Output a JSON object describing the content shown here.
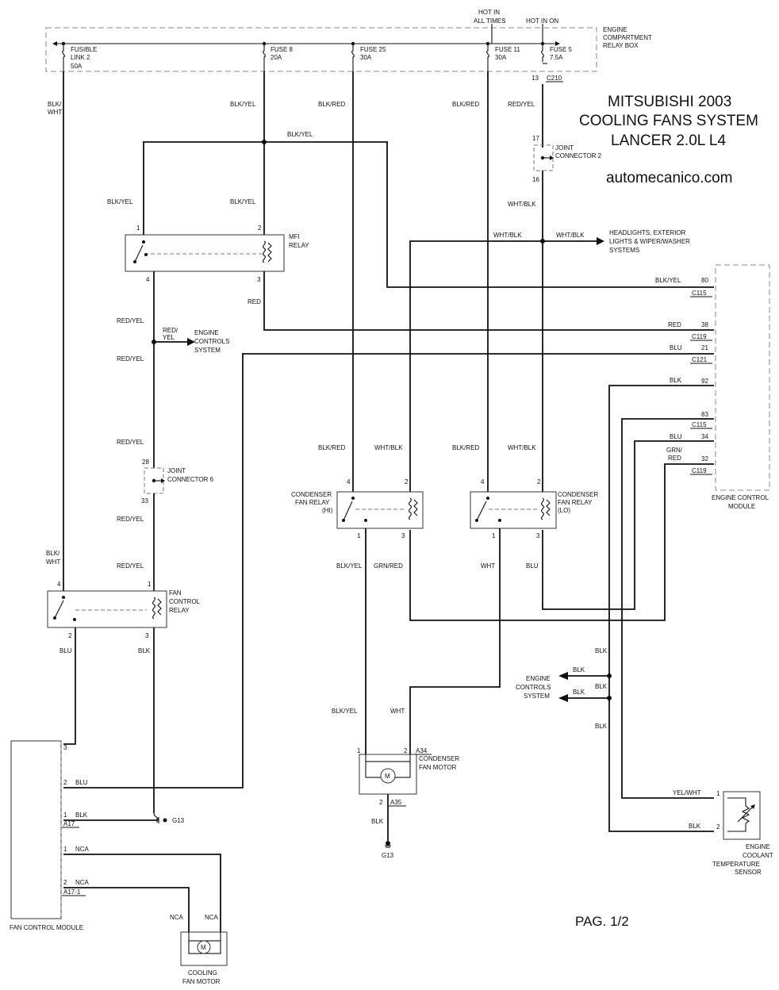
{
  "header": {
    "hot_all_times": [
      "HOT IN",
      "ALL TIMES"
    ],
    "hot_in_on": "HOT IN ON",
    "relay_box": [
      "ENGINE",
      "COMPARTMENT",
      "RELAY BOX"
    ],
    "connector_c210": "C210",
    "pin_13": "13"
  },
  "title": {
    "line1": "MITSUBISHI 2003",
    "line2": "COOLING FANS SYSTEM",
    "line3": "LANCER 2.0L L4",
    "site": "automecanico.com"
  },
  "fuses": [
    {
      "name": "FUSIBLE",
      "sub": "LINK 2",
      "rating": "50A"
    },
    {
      "name": "FUSE 8",
      "rating": "20A"
    },
    {
      "name": "FUSE 25",
      "rating": "30A"
    },
    {
      "name": "FUSE 11",
      "rating": "30A"
    },
    {
      "name": "FUSE 5",
      "rating": "7.5A"
    }
  ],
  "wires": {
    "blk_wht": [
      "BLK/",
      "WHT"
    ],
    "blk_yel": "BLK/YEL",
    "blk_red": "BLK/RED",
    "red_yel": "RED/YEL",
    "red_yel_split": [
      "RED/",
      "YEL"
    ],
    "wht_blk": "WHT/BLK",
    "red": "RED",
    "blu": "BLU",
    "blk": "BLK",
    "grn_red": "GRN/RED",
    "grn_red_split": [
      "GRN/",
      "RED"
    ],
    "wht": "WHT",
    "yel_wht": "YEL/WHT",
    "nca": "NCA"
  },
  "joint2": {
    "label": [
      "JOINT",
      "CONNECTOR 2"
    ],
    "pin_in": "17",
    "pin_out": "16"
  },
  "joint6": {
    "label": [
      "JOINT",
      "CONNECTOR 6"
    ],
    "pin_in": "28",
    "pin_out": "33"
  },
  "headlights": [
    "HEADLIGHTS, EXTERIOR",
    "LIGHTS & WIPER/WASHER",
    "SYSTEMS"
  ],
  "mfi_relay": {
    "label": [
      "MFI",
      "RELAY"
    ],
    "pins": [
      "1",
      "2",
      "4",
      "3"
    ]
  },
  "engine_controls": [
    "ENGINE",
    "CONTROLS",
    "SYSTEM"
  ],
  "ecm": {
    "label": [
      "ENGINE CONTROL",
      "MODULE"
    ],
    "pins": [
      "80",
      "38",
      "21",
      "92",
      "83",
      "34",
      "32"
    ],
    "connectors": [
      "C115",
      "C119",
      "C121",
      "C115",
      "C119"
    ]
  },
  "cond_relay_hi": {
    "label": [
      "CONDENSER",
      "FAN RELAY",
      "(HI)"
    ],
    "pins": [
      "4",
      "2",
      "1",
      "3"
    ]
  },
  "cond_relay_lo": {
    "label": [
      "CONDENSER",
      "FAN RELAY",
      "(LO)"
    ],
    "pins": [
      "4",
      "2",
      "1",
      "3"
    ]
  },
  "fan_control_relay": {
    "label": [
      "FAN",
      "CONTROL",
      "RELAY"
    ],
    "pins": [
      "4",
      "1",
      "2",
      "3"
    ]
  },
  "cond_fan_motor": {
    "label": [
      "CONDENSER",
      "FAN MOTOR"
    ],
    "pins": [
      "1",
      "2",
      "2"
    ],
    "connectors": [
      "A34",
      "A35"
    ],
    "motor": "M"
  },
  "fan_control_module": {
    "label": "FAN CONTROL MODULE",
    "pins": [
      "3",
      "2",
      "1",
      "1",
      "2"
    ],
    "connectors": [
      "A17",
      "A17-1"
    ]
  },
  "cooling_fan_motor": {
    "label": [
      "COOLING",
      "FAN MOTOR"
    ],
    "motor": "M"
  },
  "grounds": {
    "g13": "G13"
  },
  "coolant_sensor": {
    "label": [
      "ENGINE",
      "COOLANT",
      "TEMPERATURE",
      "SENSOR"
    ],
    "pins": [
      "1",
      "2"
    ]
  },
  "page": "PAG. 1/2"
}
